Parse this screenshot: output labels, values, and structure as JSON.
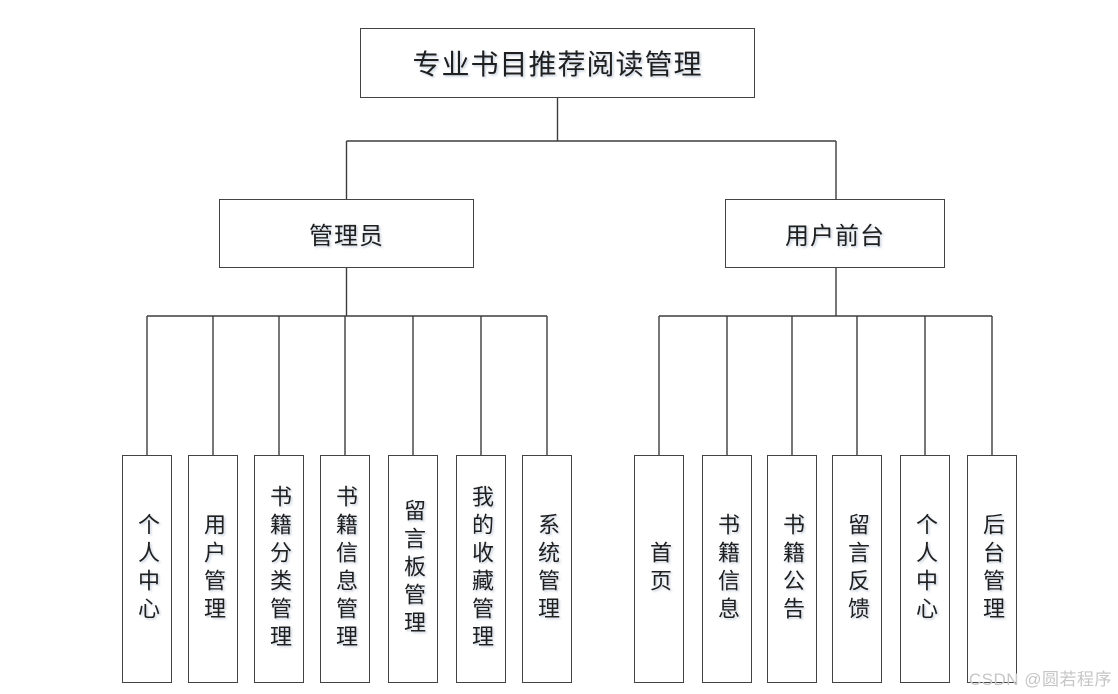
{
  "diagram": {
    "root_label": "专业书目推荐阅读管理",
    "branches": [
      {
        "label": "管理员",
        "children": [
          "个人中心",
          "用户管理",
          "书籍分类管理",
          "书籍信息管理",
          "留言板管理",
          "我的收藏管理",
          "系统管理"
        ]
      },
      {
        "label": "用户前台",
        "children": [
          "首页",
          "书籍信息",
          "书籍公告",
          "留言反馈",
          "个人中心",
          "后台管理"
        ]
      }
    ]
  },
  "watermark": {
    "text": "CSDN @圆若程序"
  },
  "colors": {
    "background": "#ffffff",
    "line": "#3d3d3d",
    "box_border": "#434343",
    "text": "#1f1f1f",
    "watermark": "#c6c6c6"
  }
}
